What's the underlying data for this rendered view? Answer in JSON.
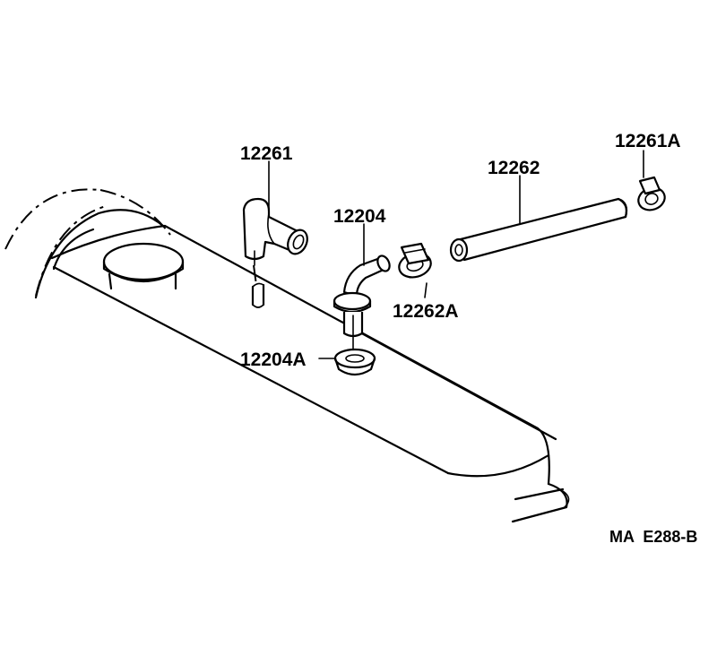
{
  "parts": [
    {
      "id": "p12261",
      "number": "12261"
    },
    {
      "id": "p12204",
      "number": "12204"
    },
    {
      "id": "p12262",
      "number": "12262"
    },
    {
      "id": "p12261A",
      "number": "12261A"
    },
    {
      "id": "p12262A",
      "number": "12262A"
    },
    {
      "id": "p12204A",
      "number": "12204A"
    }
  ],
  "diagram_code": "MA  E288-B"
}
